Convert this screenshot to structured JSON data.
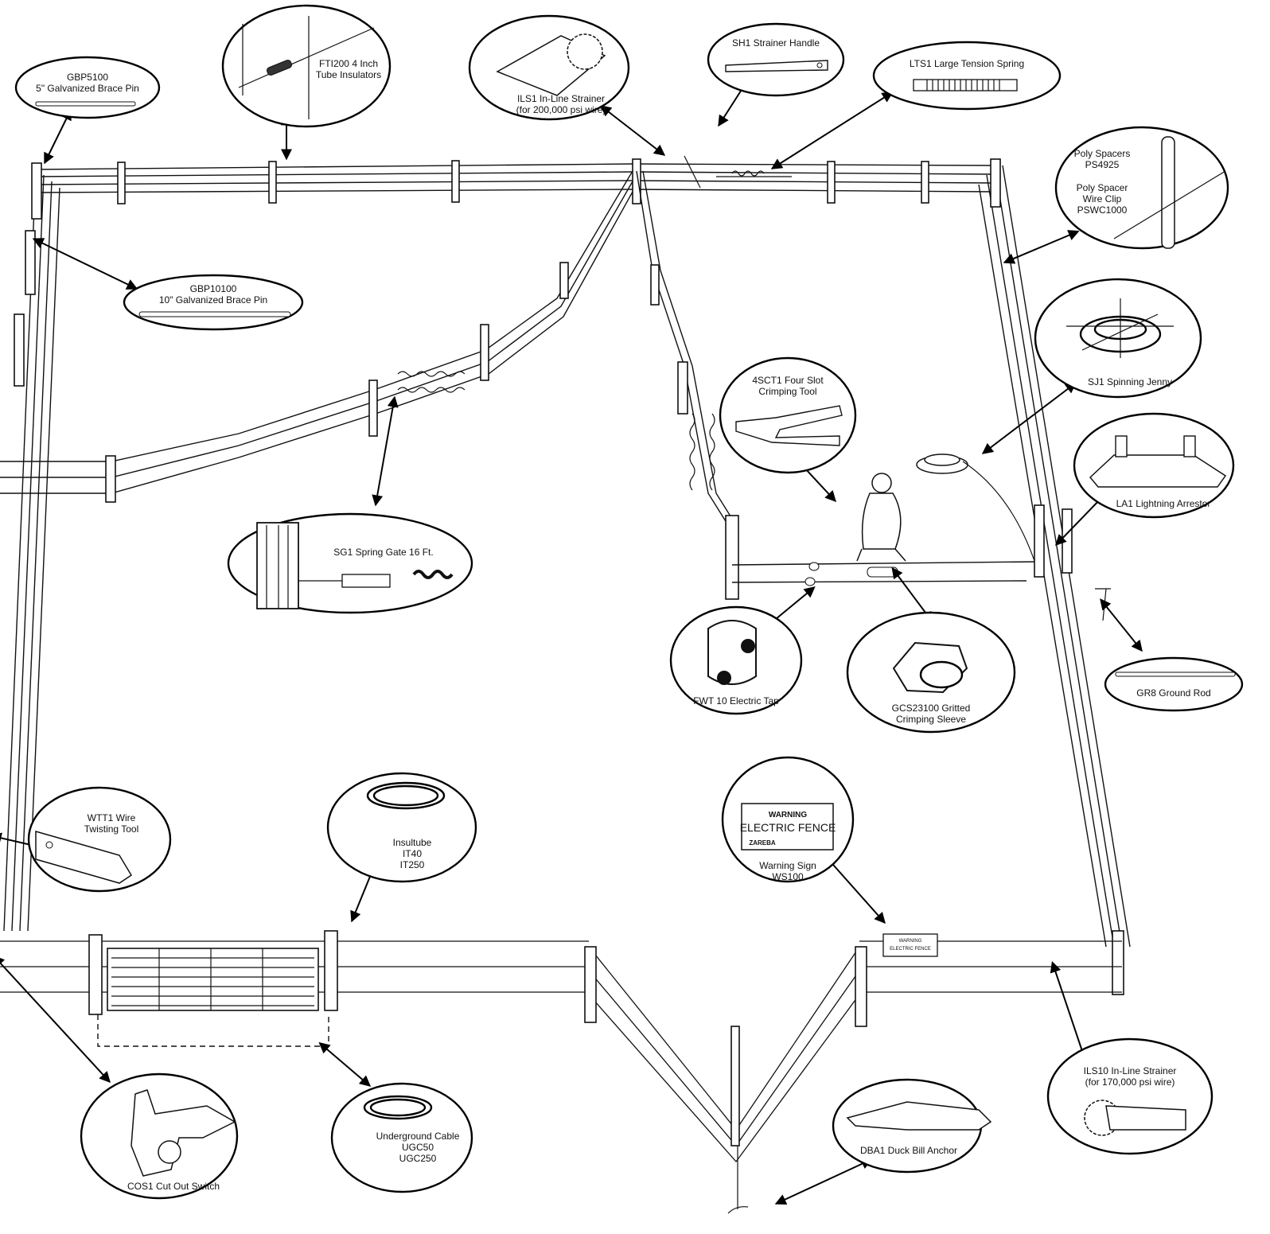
{
  "callouts": {
    "gbp5100": {
      "line1": "GBP5100",
      "line2": "5\" Galvanized Brace Pin"
    },
    "fti200": {
      "line1": "FTI200 4 Inch",
      "line2": "Tube Insulators"
    },
    "ils1": {
      "line1": "ILS1 In-Line Strainer",
      "line2": "(for 200,000 psi wire)"
    },
    "sh1": {
      "line1": "SH1 Strainer Handle"
    },
    "lts1": {
      "line1": "LTS1 Large Tension Spring"
    },
    "poly": {
      "line1": "Poly Spacers",
      "line2": "PS4925",
      "line3": "Poly Spacer",
      "line4": "Wire Clip",
      "line5": "PSWC1000"
    },
    "gbp10100": {
      "line1": "GBP10100",
      "line2": "10\" Galvanized Brace Pin"
    },
    "sj1": {
      "line1": "SJ1 Spinning Jenny"
    },
    "crimp": {
      "line1": "4SCT1 Four Slot",
      "line2": "Crimping Tool"
    },
    "la1": {
      "line1": "LA1 Lightning Arrestor"
    },
    "sg1": {
      "line1": "SG1 Spring Gate 16 Ft."
    },
    "fwt": {
      "line1": "FWT 10 Electric Tap"
    },
    "gcs": {
      "line1": "GCS23100 Gritted",
      "line2": "Crimping Sleeve"
    },
    "gr8": {
      "line1": "GR8 Ground Rod"
    },
    "wtt1": {
      "line1": "WTT1  Wire",
      "line2": "Twisting Tool"
    },
    "insultube": {
      "line1": "Insultube",
      "line2": "IT40",
      "line3": "IT250"
    },
    "warning": {
      "line1": "Warning Sign",
      "line2": "WS100"
    },
    "ils10": {
      "line1": "ILS10 In-Line Strainer",
      "line2": "(for 170,000 psi wire)"
    },
    "cos1": {
      "line1": "COS1 Cut Out Switch"
    },
    "ugc": {
      "line1": "Underground Cable",
      "line2": "UGC50",
      "line3": "UGC250"
    },
    "dba1": {
      "line1": "DBA1 Duck Bill Anchor"
    }
  },
  "sign": {
    "warning": "WARNING",
    "electric_fence": "ELECTRIC FENCE",
    "brand": "ZAREBA"
  }
}
